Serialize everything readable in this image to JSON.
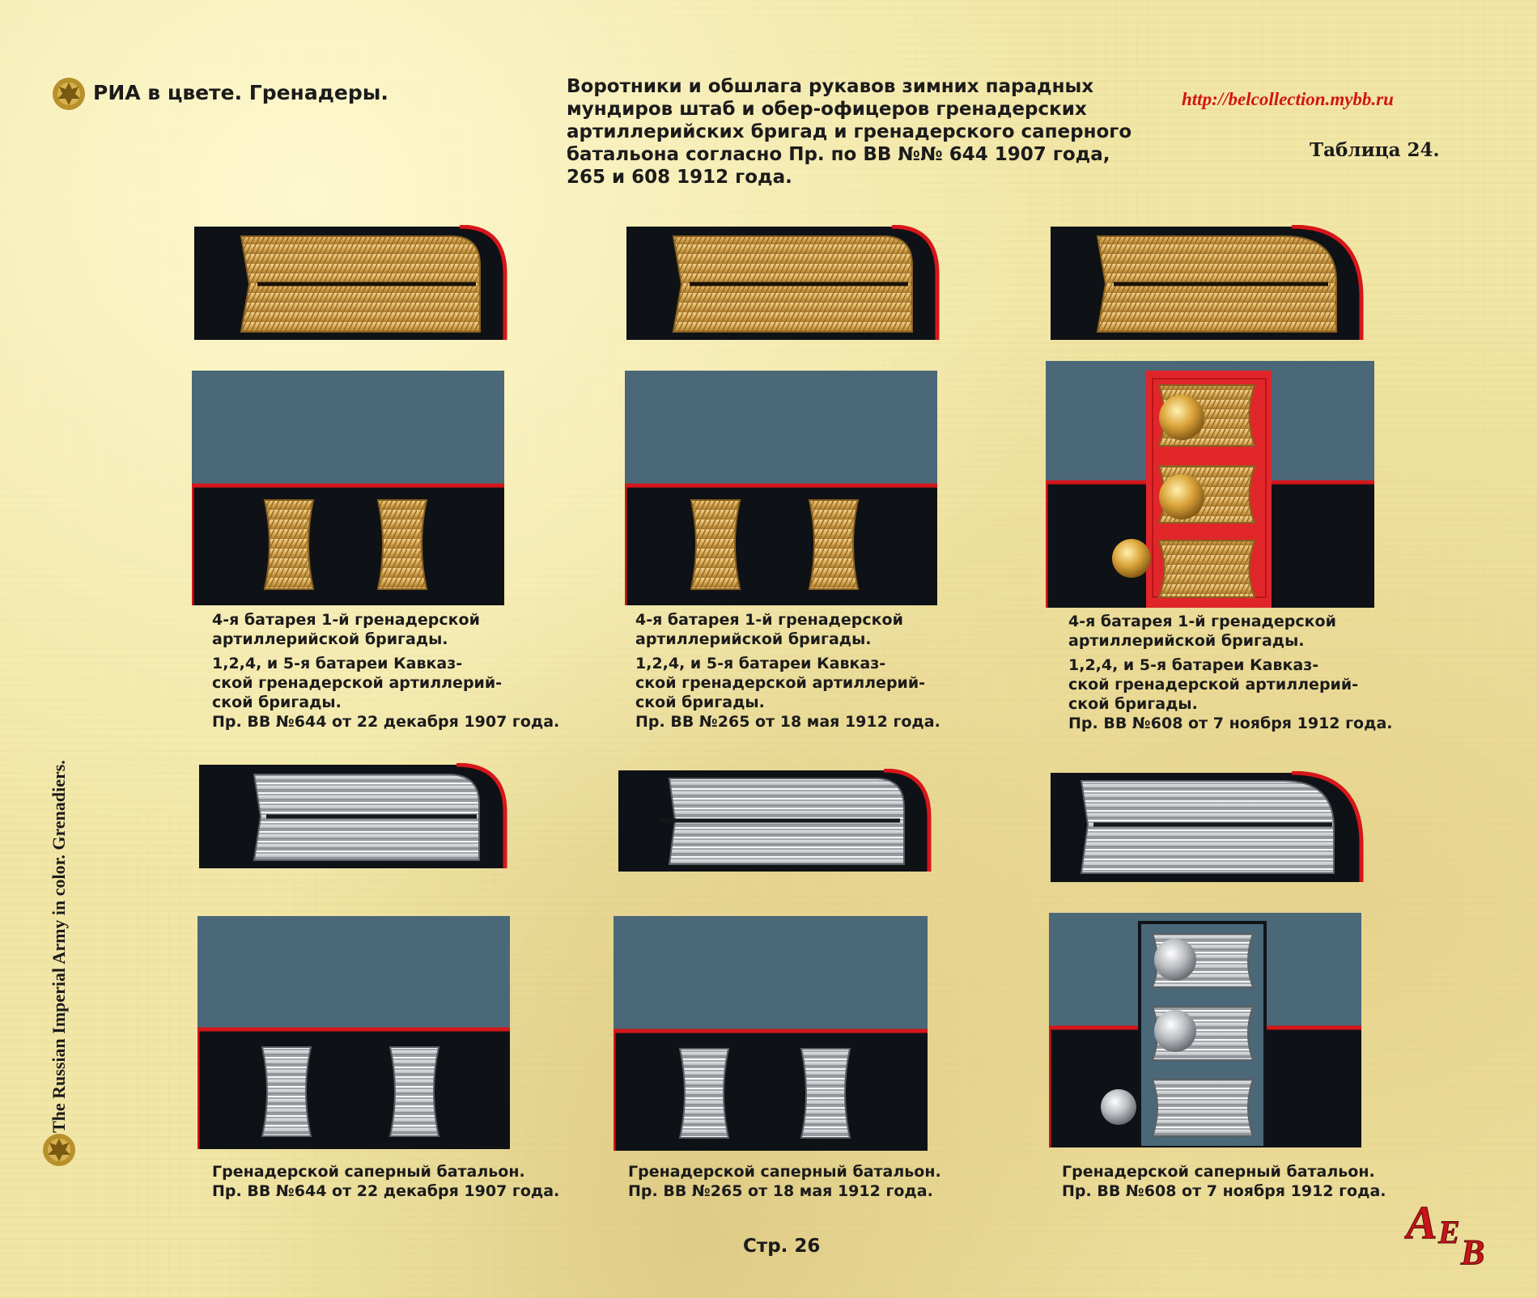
{
  "header": {
    "left_title": "РИА в цвете. Гренадеры.",
    "title_lines": [
      "Воротники и обшлага рукавов зимних парадных",
      "мундиров штаб и обер-офицеров гренадерских",
      "артиллерийских бригад и  гренадерского саперного",
      "батальона согласно Пр. по ВВ №№ 644 1907 года,",
      "265 и 608 1912 года."
    ],
    "url": "http://belcollection.mybb.ru",
    "table_label": "Таблица 24."
  },
  "side_text": "The Russian Imperial Army in color. Grenadiers.",
  "captions_top": [
    {
      "l1": "4-я батарея 1-й гренадерской",
      "l2": "артиллерийской бригады.",
      "l3": "1,2,4, и 5-я батареи Кавказ-",
      "l4": "ской гренадерской артиллерий-",
      "l5": "ской бригады.",
      "l6": "Пр. ВВ №644 от 22 декабря 1907 года."
    },
    {
      "l1": "4-я батарея 1-й гренадерской",
      "l2": "артиллерийской бригады.",
      "l3": "1,2,4, и 5-я батареи Кавказ-",
      "l4": "ской гренадерской артиллерий-",
      "l5": "ской бригады.",
      "l6": "Пр. ВВ №265 от 18 мая 1912 года."
    },
    {
      "l1": "4-я батарея 1-й гренадерской",
      "l2": "артиллерийской бригады.",
      "l3": "1,2,4, и 5-я батареи Кавказ-",
      "l4": "ской гренадерской артиллерий-",
      "l5": "ской бригады.",
      "l6": "Пр. ВВ №608 от 7 ноября 1912 года."
    }
  ],
  "captions_bottom": [
    {
      "l1": "Гренадерской саперный батальон.",
      "l2": "Пр. ВВ №644 от 22 декабря 1907 года."
    },
    {
      "l1": "Гренадерской саперный батальон.",
      "l2": "Пр. ВВ №265 от 18 мая 1912 года."
    },
    {
      "l1": "Гренадерской саперный батальон.",
      "l2": "Пр. ВВ №608 от 7 ноября 1912 года."
    }
  ],
  "page_label": "Стр. 26",
  "logo_text": "АЕВ",
  "colors": {
    "cloth_black": "#101418",
    "cloth_blue": "#4a6878",
    "piping_red": "#d6161b",
    "gold": "#d9ae5f",
    "silver": "#d6d8da",
    "url_red": "#d21414"
  }
}
